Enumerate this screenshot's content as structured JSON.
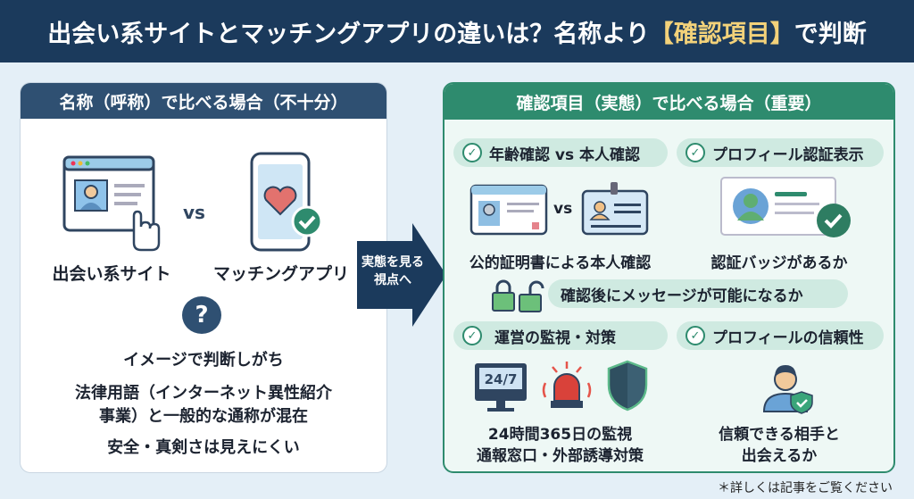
{
  "title": {
    "pre": "出会い系サイトとマッチングアプリの違いは？名称より",
    "highlight": "【確認項目】",
    "post": "で判断"
  },
  "left": {
    "header": "名称（呼称）で比べる場合（不十分）",
    "vs": "vs",
    "site_label": "出会い系サイト",
    "app_label": "マッチングアプリ",
    "question": "?",
    "lines": [
      "イメージで判断しがち",
      "法律用語（インターネット異性紹介",
      "事業）と一般的な通称が混在",
      "安全・真剣さは見えにくい"
    ]
  },
  "arrow": {
    "text": "実態を見る視点へ"
  },
  "right": {
    "header": "確認項目（実態）で比べる場合（重要）",
    "pills": [
      "年齢確認 vs 本人確認",
      "プロフィール認証表示",
      "確認後にメッセージが可能になるか",
      "運営の監視・対策",
      "プロフィールの信頼性"
    ],
    "vs": "vs",
    "id_label": "公的証明書による本人確認",
    "badge_label": "認証バッジがあるか",
    "monitor_text": "24/7",
    "monitor_lines": [
      "24時間365日の監視",
      "通報窓口・外部誘導対策"
    ],
    "trust_lines": [
      "信頼できる相手と",
      "出会えるか"
    ]
  },
  "footnote": "＊詳しくは記事をご覧ください",
  "colors": {
    "navy": "#1b3a5c",
    "green": "#2e8b6e",
    "highlight": "#f3d27a"
  }
}
